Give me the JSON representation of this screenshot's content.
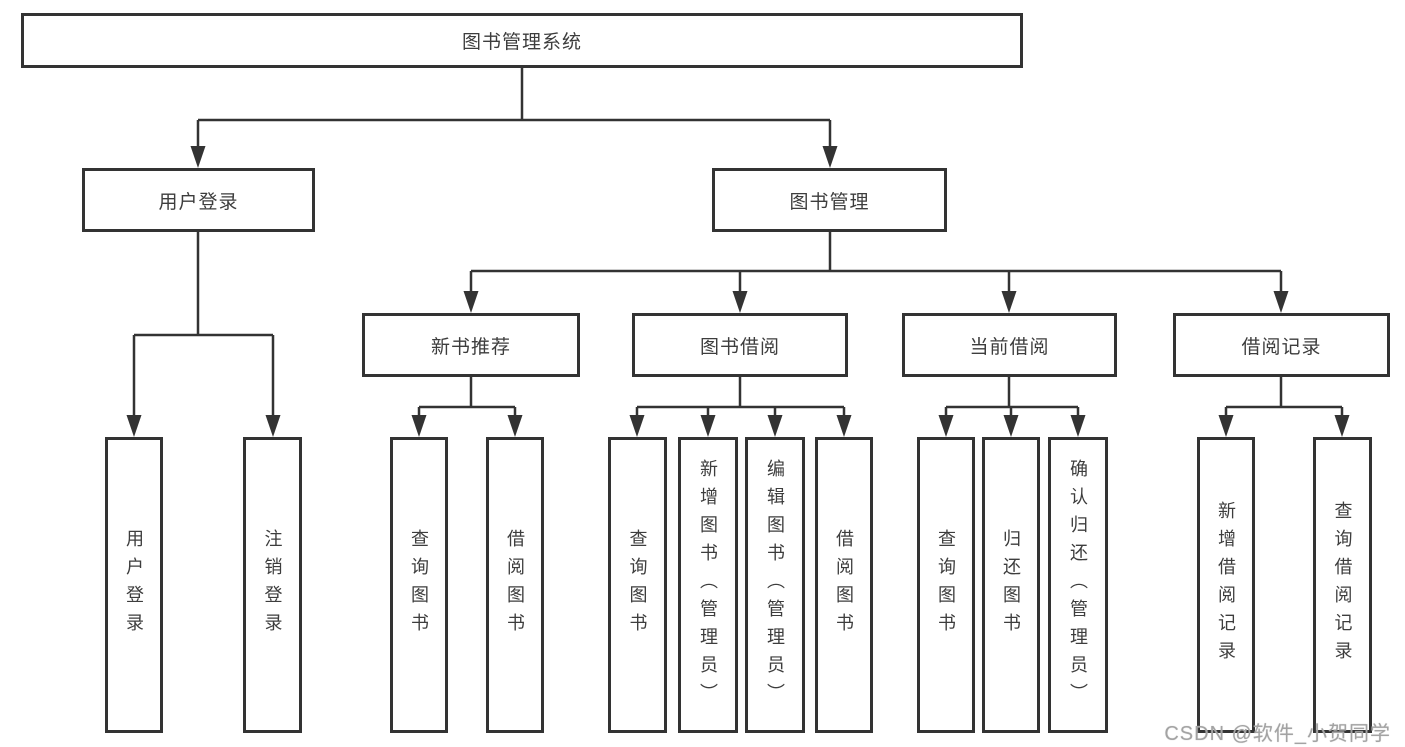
{
  "diagram_type": "hierarchy-tree",
  "colors": {
    "line": "#333333",
    "box_border": "#333333",
    "box_fill": "#ffffff",
    "text": "#3d3d3d",
    "watermark": "#a3a3a3"
  },
  "tree": {
    "label": "图书管理系统",
    "children": [
      {
        "label": "用户登录",
        "children": [
          {
            "label": "用户登录"
          },
          {
            "label": "注销登录"
          }
        ]
      },
      {
        "label": "图书管理",
        "children": [
          {
            "label": "新书推荐",
            "children": [
              {
                "label": "查询图书"
              },
              {
                "label": "借阅图书"
              }
            ]
          },
          {
            "label": "图书借阅",
            "children": [
              {
                "label": "查询图书"
              },
              {
                "label": "新增图书（管理员）"
              },
              {
                "label": "编辑图书（管理员）"
              },
              {
                "label": "借阅图书"
              }
            ]
          },
          {
            "label": "当前借阅",
            "children": [
              {
                "label": "查询图书"
              },
              {
                "label": "归还图书"
              },
              {
                "label": "确认归还（管理员）"
              }
            ]
          },
          {
            "label": "借阅记录",
            "children": [
              {
                "label": "新增借阅记录"
              },
              {
                "label": "查询借阅记录"
              }
            ]
          }
        ]
      }
    ]
  },
  "watermark": {
    "text": "CSDN @软件_小贺同学"
  }
}
